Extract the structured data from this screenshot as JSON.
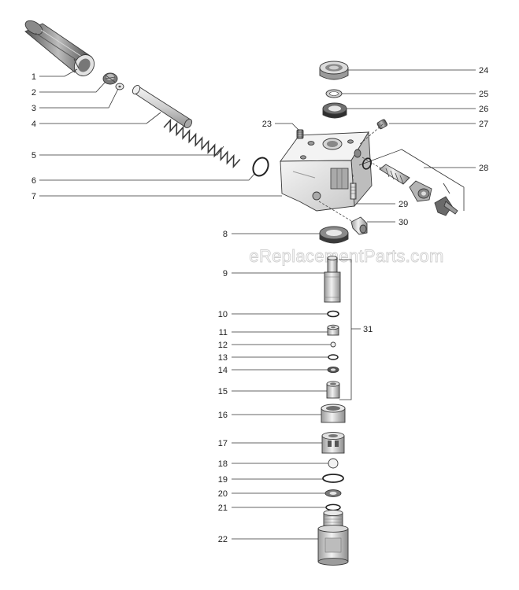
{
  "watermark": "eReplacementParts.com",
  "callouts": [
    "1",
    "2",
    "3",
    "4",
    "5",
    "6",
    "7",
    "8",
    "9",
    "10",
    "11",
    "12",
    "13",
    "14",
    "15",
    "16",
    "17",
    "18",
    "19",
    "20",
    "21",
    "22",
    "23",
    "24",
    "25",
    "26",
    "27",
    "28",
    "29",
    "30",
    "31"
  ]
}
